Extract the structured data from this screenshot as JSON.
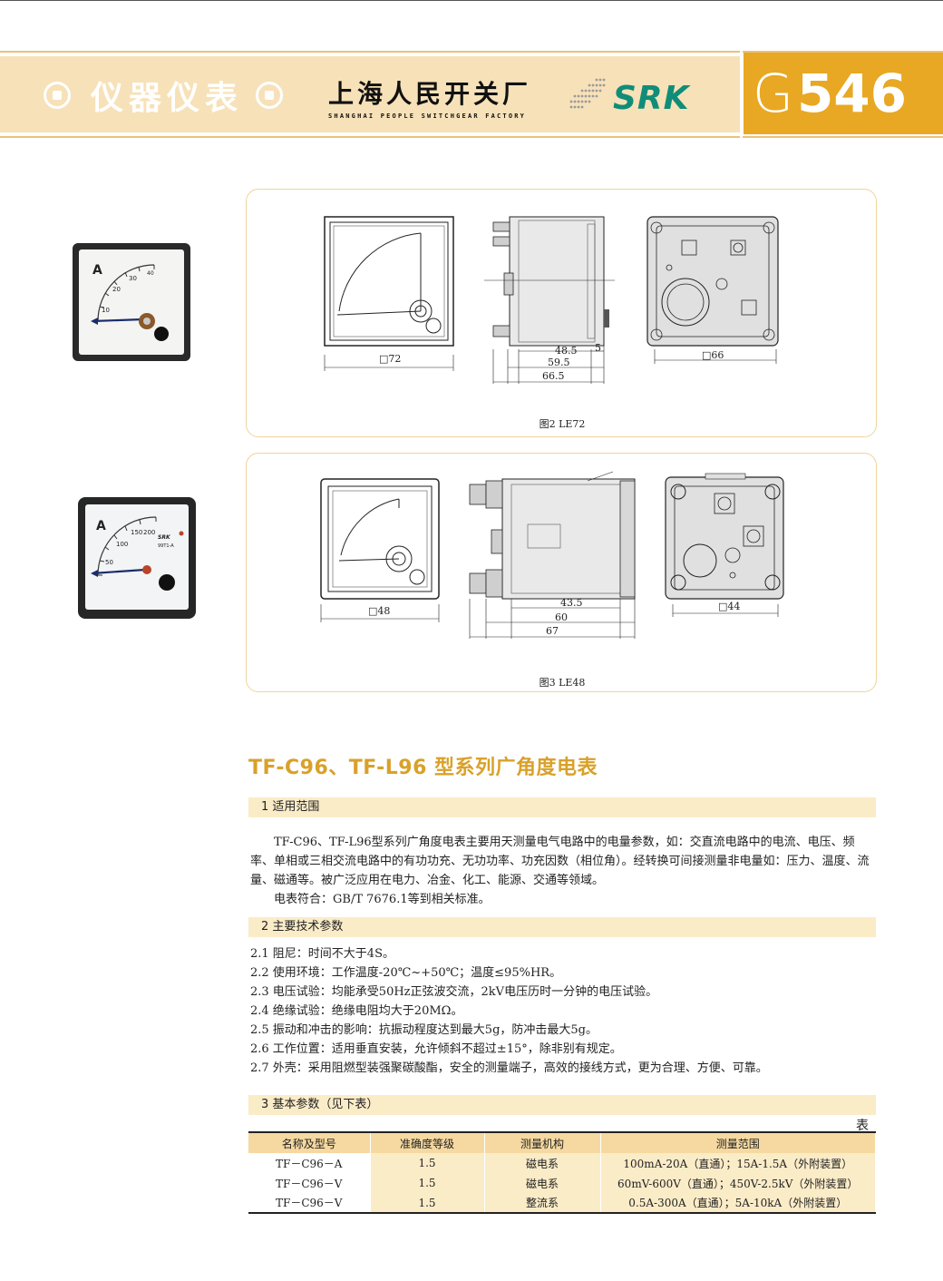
{
  "header": {
    "category": "仪器仪表",
    "company_cn": "上海人民开关厂",
    "company_en": "SHANGHAI PEOPLE SWITCHGEAR FACTORY",
    "brand": "SRK",
    "page_letter": "G",
    "page_number": "546",
    "colors": {
      "band": "#f7e1b8",
      "accent": "#e8a823",
      "brand": "#0f8d78",
      "title": "#d9a12a"
    }
  },
  "photo1": {
    "unit": "A",
    "scale": [
      "10",
      "20",
      "30",
      "40"
    ]
  },
  "photo2": {
    "unit": "A",
    "scale": [
      "50",
      "100",
      "150",
      "200"
    ],
    "brand": "SRK",
    "model": "99T1-A"
  },
  "figure1": {
    "caption": "图2   LE72",
    "dims": {
      "front": "□72",
      "d1": "48.5",
      "d2": "5",
      "d3": "59.5",
      "d4": "66.5",
      "back": "□66"
    }
  },
  "figure2": {
    "caption": "图3   LE48",
    "dims": {
      "front": "□48",
      "d1": "43.5",
      "d3": "60",
      "d4": "67",
      "back": "□44"
    }
  },
  "title": "TF-C96、TF-L96 型系列广角度电表",
  "sections": {
    "s1": {
      "heading": "1  适用范围",
      "p1": "TF-C96、TF-L96型系列广角度电表主要用天测量电气电路中的电量参数，如：交直流电路中的电流、电压、频率、单相或三相交流电路中的有功功充、无功功率、功充因数（相位角）。经转换可间接测量非电量如：压力、温度、流量、磁通等。被广泛应用在电力、冶金、化工、能源、交通等领域。",
      "p2": "电表符合：GB/T 7676.1等到相关标准。"
    },
    "s2": {
      "heading": "2  主要技术参数",
      "items": [
        "2.1  阻尼：时间不大于4S。",
        "2.2  使用环境：工作温度-20℃~+50℃；温度≤95%HR。",
        "2.3  电压试验：均能承受50Hz正弦波交流，2kV电压历时一分钟的电压试验。",
        "2.4  绝缘试验：绝缘电阻均大于20MΩ。",
        "2.5  振动和冲击的影响：抗振动程度达到最大5g，防冲击最大5g。",
        "2.6  工作位置：适用垂直安装，允许倾斜不超过±15°，除非别有规定。",
        "2.7  外壳：采用阻燃型装强聚碳酸酯，安全的测量端子，高效的接线方式，更为合理、方便、可靠。"
      ]
    },
    "s3": {
      "heading": "3  基本参数（见下表）",
      "table_label": "表"
    }
  },
  "table": {
    "headers": [
      "名称及型号",
      "准确度等级",
      "测量机构",
      "测量范围"
    ],
    "rows": [
      [
        "TF－C96－A",
        "1.5",
        "磁电系",
        "100mA-20A（直通）；15A-1.5A（外附装置）"
      ],
      [
        "TF－C96－V",
        "1.5",
        "磁电系",
        "60mV-600V（直通）；450V-2.5kV（外附装置）"
      ],
      [
        "TF－C96－V",
        "1.5",
        "整流系",
        "0.5A-300A（直通）；5A-10kA（外附装置）"
      ]
    ]
  }
}
